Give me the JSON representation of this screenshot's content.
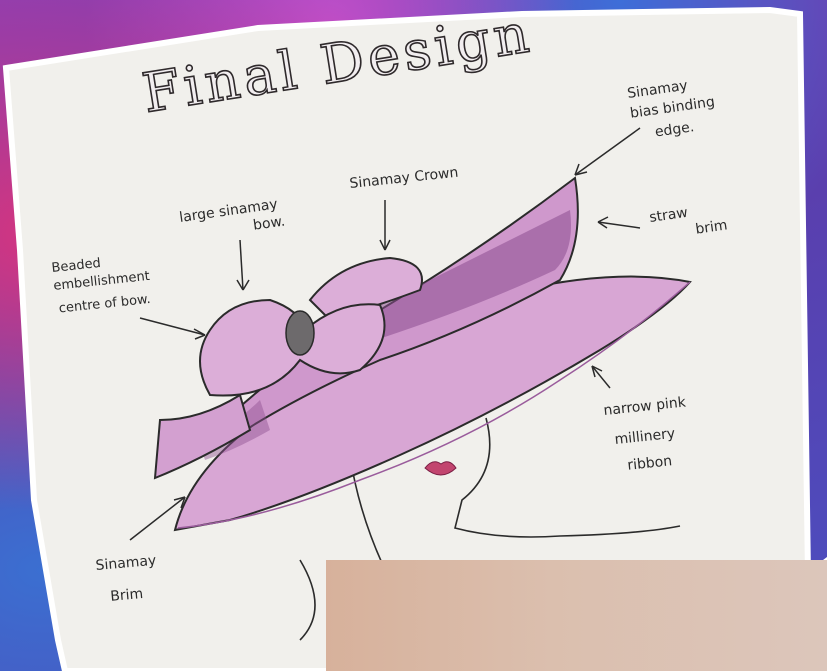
{
  "title": "Final Design",
  "labels": {
    "bias_binding": [
      "Sinamay",
      "bias binding",
      "edge."
    ],
    "crown": "Sinamay Crown",
    "bow": [
      "large sinamay",
      "bow."
    ],
    "beaded": [
      "Beaded",
      "embellishment",
      "centre of bow."
    ],
    "straw_brim": [
      "straw",
      "brim"
    ],
    "ribbon": [
      "narrow pink",
      "millinery",
      "ribbon"
    ],
    "sinamay_brim": [
      "Sinamay",
      "Brim"
    ]
  },
  "colors": {
    "hat_pink": "#d8a6d4",
    "hat_pink_dark": "#b57ab6",
    "lips": "#c2456f",
    "ink": "#2b2b2b"
  }
}
